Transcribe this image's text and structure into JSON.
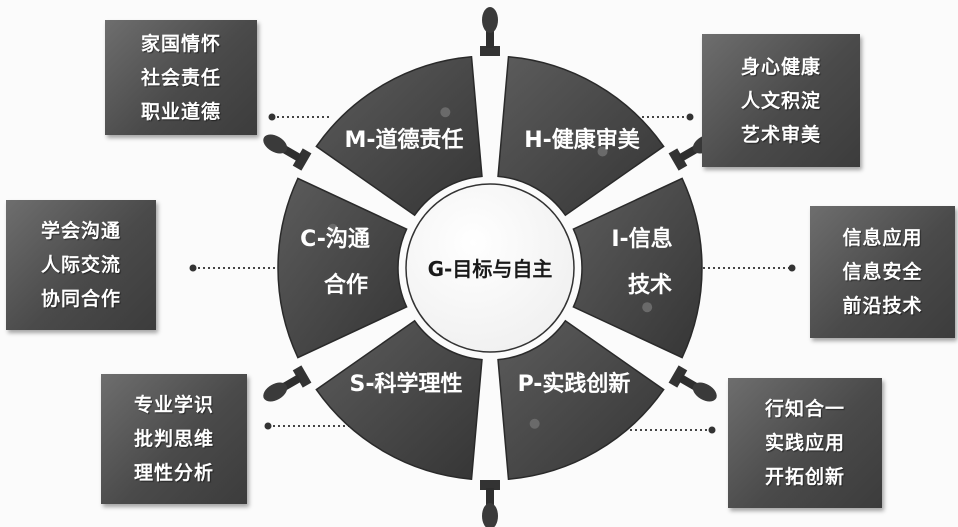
{
  "center": {
    "label": "G-目标与自主"
  },
  "segments": [
    {
      "id": "M",
      "line1": "M-道德责任",
      "line2": ""
    },
    {
      "id": "H",
      "line1": "H-健康审美",
      "line2": ""
    },
    {
      "id": "I",
      "line1": "I-信息",
      "line2": "技术"
    },
    {
      "id": "P",
      "line1": "P-实践创新",
      "line2": ""
    },
    {
      "id": "S",
      "line1": "S-科学理性",
      "line2": ""
    },
    {
      "id": "C",
      "line1": "C-沟通",
      "line2": "合作"
    }
  ],
  "boxes": {
    "top_left": {
      "lines": [
        "家国情怀",
        "社会责任",
        "职业道德"
      ]
    },
    "top_right": {
      "lines": [
        "身心健康",
        "人文积淀",
        "艺术审美"
      ]
    },
    "middle_left": {
      "lines": [
        "学会沟通",
        "人际交流",
        "协同合作"
      ]
    },
    "middle_right": {
      "lines": [
        "信息应用",
        "信息安全",
        "前沿技术"
      ]
    },
    "bottom_left": {
      "lines": [
        "专业学识",
        "批判思维",
        "理性分析"
      ]
    },
    "bottom_right": {
      "lines": [
        "行知合一",
        "实践应用",
        "开拓创新"
      ]
    }
  },
  "colors": {
    "segment_fill": "#474747",
    "box_fill": "#5a5a5a",
    "center_fill": "#ffffff",
    "connector": "#444444"
  }
}
